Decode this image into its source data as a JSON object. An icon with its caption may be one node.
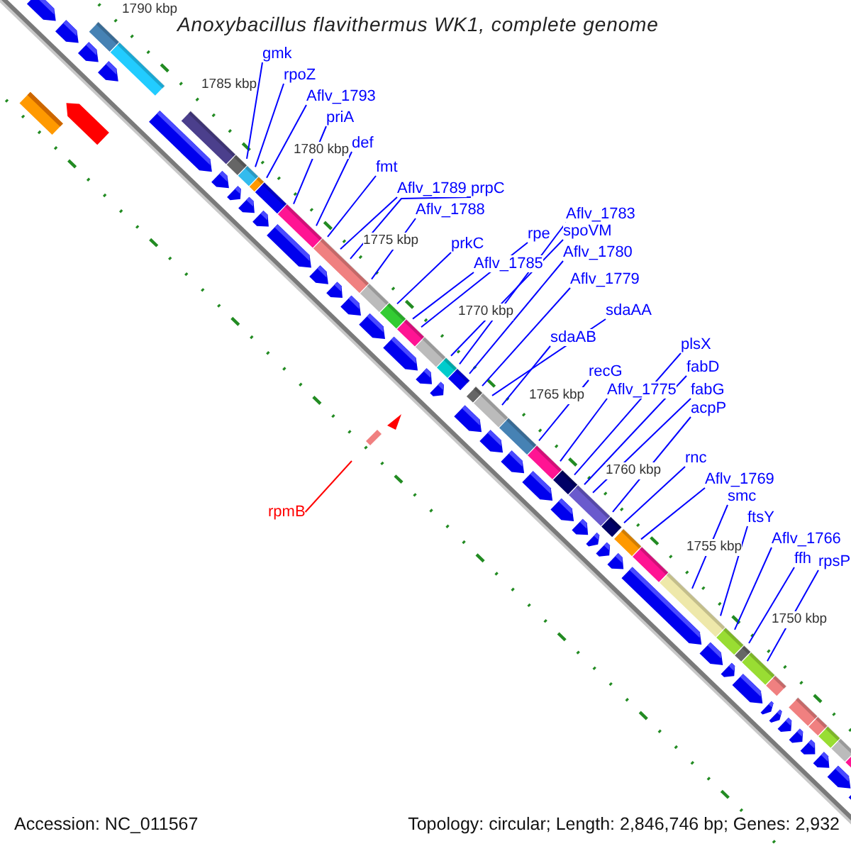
{
  "diagram": {
    "title": "Anoxybacillus flavithermus WK1, complete genome",
    "nodes": [
      {
        "text": [
          "gmk"
        ]
      },
      {
        "text": [
          "rpoZ"
        ]
      },
      {
        "text": [
          "Aflv_1793"
        ]
      },
      {
        "text": [
          "priA"
        ]
      },
      {
        "text": [
          "def"
        ]
      },
      {
        "text": [
          "fmt"
        ]
      },
      {
        "text": [
          "Aflv_1789"
        ]
      },
      {
        "text": [
          "prpC"
        ]
      },
      {
        "text": [
          "Aflv_1788"
        ]
      },
      {
        "text": [
          "Aflv_1783"
        ]
      },
      {
        "text": [
          "spoVM"
        ]
      },
      {
        "text": [
          "rpe"
        ]
      },
      {
        "text": [
          "prkC"
        ]
      },
      {
        "text": [
          "Aflv_1780"
        ]
      },
      {
        "text": [
          "Aflv_1785"
        ]
      },
      {
        "text": [
          "Aflv_1779"
        ]
      },
      {
        "text": [
          "sdaAA"
        ]
      },
      {
        "text": [
          "sdaAB"
        ]
      },
      {
        "text": [
          "plsX"
        ]
      },
      {
        "text": [
          "fabD"
        ]
      },
      {
        "text": [
          "recG"
        ]
      },
      {
        "text": [
          "Aflv_1775"
        ]
      },
      {
        "text": [
          "fabG"
        ]
      },
      {
        "text": [
          "acpP"
        ]
      },
      {
        "text": [
          "rnc"
        ]
      },
      {
        "text": [
          "Aflv_1769"
        ]
      },
      {
        "text": [
          "smc"
        ]
      },
      {
        "text": [
          "ftsY"
        ]
      },
      {
        "text": [
          "Aflv_1766"
        ]
      },
      {
        "text": [
          "ffh"
        ]
      },
      {
        "text": [
          "rpsP"
        ]
      },
      {
        "text": [
          "rpmB"
        ]
      }
    ],
    "edges": [
      {
        "from": 0,
        "to": null,
        "arrow": "none"
      },
      {
        "from": 1,
        "to": null,
        "arrow": "none"
      },
      {
        "from": 2,
        "to": null,
        "arrow": "none"
      },
      {
        "from": 3,
        "to": null,
        "arrow": "none"
      },
      {
        "from": 4,
        "to": null,
        "arrow": "none"
      },
      {
        "from": 5,
        "to": null,
        "arrow": "none"
      },
      {
        "from": 6,
        "to": null,
        "arrow": "none"
      },
      {
        "from": 7,
        "to": null,
        "arrow": "none"
      },
      {
        "from": 8,
        "to": null,
        "arrow": "none"
      },
      {
        "from": 9,
        "to": null,
        "arrow": "none"
      },
      {
        "from": 10,
        "to": null,
        "arrow": "none"
      },
      {
        "from": 11,
        "to": null,
        "arrow": "none"
      },
      {
        "from": 12,
        "to": null,
        "arrow": "none"
      },
      {
        "from": 13,
        "to": null,
        "arrow": "none"
      },
      {
        "from": 14,
        "to": null,
        "arrow": "none"
      },
      {
        "from": 15,
        "to": null,
        "arrow": "none"
      },
      {
        "from": 16,
        "to": null,
        "arrow": "none"
      },
      {
        "from": 17,
        "to": null,
        "arrow": "none"
      },
      {
        "from": 18,
        "to": null,
        "arrow": "none"
      },
      {
        "from": 19,
        "to": null,
        "arrow": "none"
      },
      {
        "from": 20,
        "to": null,
        "arrow": "none"
      },
      {
        "from": 21,
        "to": null,
        "arrow": "none"
      },
      {
        "from": 22,
        "to": null,
        "arrow": "none"
      },
      {
        "from": 23,
        "to": null,
        "arrow": "none"
      },
      {
        "from": 24,
        "to": null,
        "arrow": "none"
      },
      {
        "from": 25,
        "to": null,
        "arrow": "none"
      },
      {
        "from": 26,
        "to": null,
        "arrow": "none"
      },
      {
        "from": 27,
        "to": null,
        "arrow": "none"
      },
      {
        "from": 28,
        "to": null,
        "arrow": "none"
      },
      {
        "from": 29,
        "to": null,
        "arrow": "none"
      },
      {
        "from": 30,
        "to": null,
        "arrow": "none"
      },
      {
        "from": 31,
        "to": null,
        "arrow": "none",
        "color": "#ff0000"
      }
    ],
    "labels": [
      "1790 kbp",
      "1785 kbp",
      "1780 kbp",
      "1775 kbp",
      "1770 kbp",
      "1765 kbp",
      "1760 kbp",
      "1755 kbp",
      "1750 kbp",
      "Accession: NC_011567",
      "Topology: circular; Length: 2,846,746 bp; Genes: 2,932"
    ]
  }
}
